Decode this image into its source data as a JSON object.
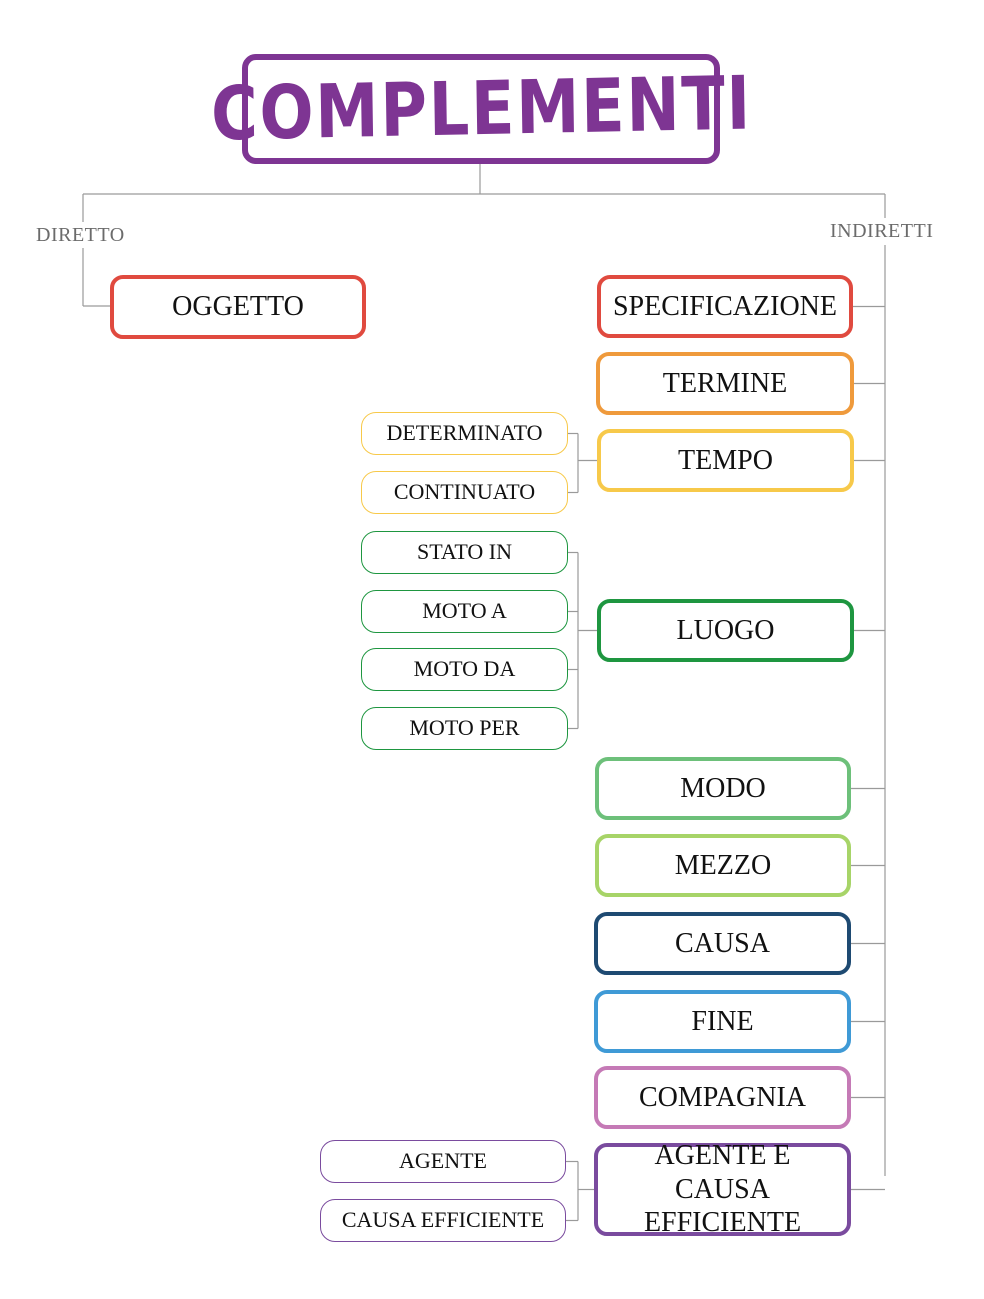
{
  "title": "COMPLEMENTI",
  "colors": {
    "title": "#7e3593",
    "connector": "#9a9a9a",
    "label": "#6b6b6b"
  },
  "branches": {
    "direct_label": "DIRETTO",
    "indirect_label": "INDIRETTI"
  },
  "direct": {
    "label": "OGGETTO",
    "color": "#e04a3f"
  },
  "indirect": [
    {
      "label": "SPECIFICAZIONE",
      "color": "#e04a3f"
    },
    {
      "label": "TERMINE",
      "color": "#ef9a3c"
    },
    {
      "label": "TEMPO",
      "color": "#f7c94a",
      "subs": [
        "DETERMINATO",
        "CONTINUATO"
      ]
    },
    {
      "label": "LUOGO",
      "color": "#1e9640",
      "subs": [
        "STATO IN",
        "MOTO A",
        "MOTO DA",
        "MOTO PER"
      ]
    },
    {
      "label": "MODO",
      "color": "#6dc07a"
    },
    {
      "label": "MEZZO",
      "color": "#a7d468"
    },
    {
      "label": "CAUSA",
      "color": "#1e4a72"
    },
    {
      "label": "FINE",
      "color": "#3f9ad6"
    },
    {
      "label": "COMPAGNIA",
      "color": "#c57ab6"
    },
    {
      "label": "AGENTE E CAUSA EFFICIENTE",
      "color": "#7a4b9e",
      "subs": [
        "AGENTE",
        "CAUSA EFFICIENTE"
      ]
    }
  ]
}
